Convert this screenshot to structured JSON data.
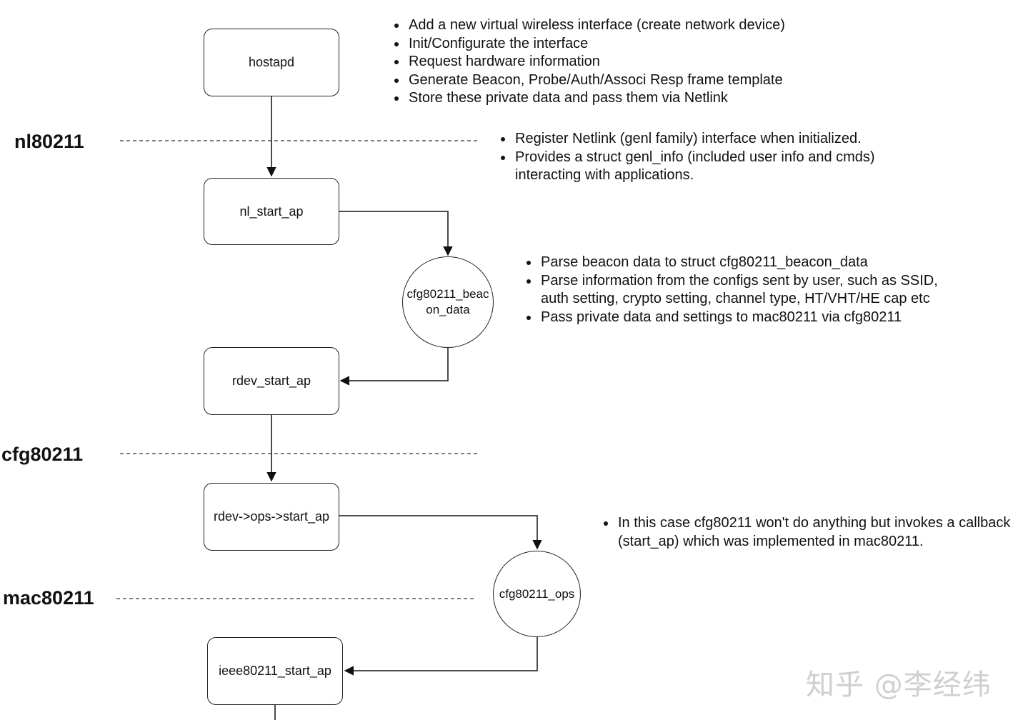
{
  "layers": {
    "nl80211": "nl80211",
    "cfg80211": "cfg80211",
    "mac80211": "mac80211"
  },
  "nodes": {
    "hostapd": "hostapd",
    "nl_start_ap": "nl_start_ap",
    "cfg80211_beacon_data": "cfg80211_beacon_data",
    "rdev_start_ap": "rdev_start_ap",
    "rdev_ops_start_ap": "rdev->ops->start_ap",
    "cfg80211_ops": "cfg80211_ops",
    "ieee80211_start_ap": "ieee80211_start_ap"
  },
  "notes": {
    "hostapd": [
      "Add a new virtual wireless interface (create network device)",
      "Init/Configurate the interface",
      "Request hardware information",
      "Generate Beacon, Probe/Auth/Associ Resp frame template",
      "Store these private data and pass them via Netlink"
    ],
    "nl80211": [
      "Register Netlink (genl family) interface when initialized.",
      "Provides a struct genl_info (included user info and cmds) interacting with applications."
    ],
    "beacon": [
      "Parse beacon data to struct cfg80211_beacon_data",
      "Parse information from the configs sent by user, such as SSID, auth setting, crypto setting, channel type, HT/VHT/HE cap etc",
      "Pass private data and settings to mac80211 via cfg80211"
    ],
    "ops": [
      "In this case cfg80211 won't do anything but invokes a callback (start_ap) which was implemented in mac80211."
    ]
  },
  "watermark": "知乎 @李经纬"
}
